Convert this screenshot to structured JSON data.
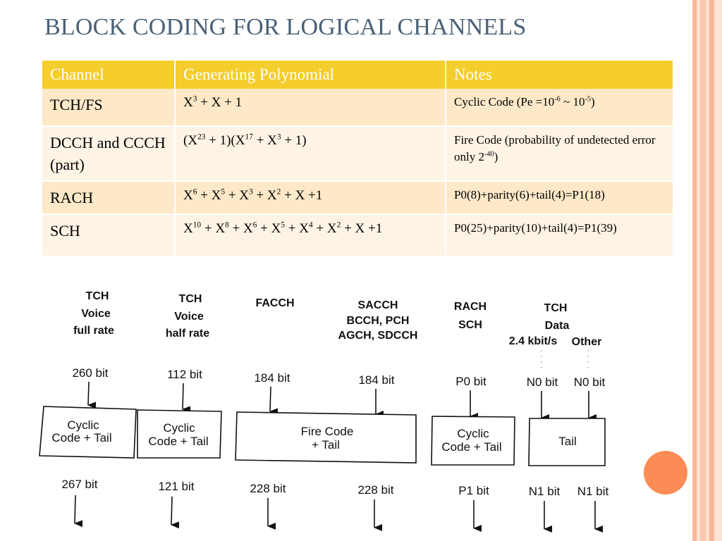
{
  "title": "BLOCK CODING FOR LOGICAL CHANNELS",
  "colors": {
    "accent_yellow": "#f5cd2c",
    "stripe_peach": "#f9c9ae",
    "orange_dot": "#fb8c55",
    "row_odd": "#fde8c8",
    "row_even": "#fef4e6"
  },
  "table": {
    "headers": [
      "Channel",
      "Generating Polynomial",
      "Notes"
    ],
    "rows": [
      {
        "channel": "TCH/FS",
        "poly": "X<sup>3</sup> + X + 1",
        "notes": "Cyclic Code (Pe =10<sup>-6</sup> ~ 10<sup>-5</sup>)"
      },
      {
        "channel": "DCCH and CCCH (part)",
        "poly": "(X<sup>23</sup> + 1)(X<sup>17</sup> + X<sup>3</sup> + 1)",
        "notes": "Fire Code (probability of undetected error only 2<sup>-40</sup>)"
      },
      {
        "channel": "RACH",
        "poly": "X<sup>6</sup> + X<sup>5</sup> + X<sup>3</sup> + X<sup>2</sup> + X +1",
        "notes": "P0(8)+parity(6)+tail(4)=P1(18)"
      },
      {
        "channel": "SCH",
        "poly": "X<sup>10</sup> + X<sup>8</sup> + X<sup>6</sup> + X<sup>5</sup> + X<sup>4</sup> + X<sup>2</sup> + X +1",
        "notes": "P0(25)+parity(10)+tail(4)=P1(39)"
      }
    ]
  },
  "diagram": {
    "top_labels": [
      [
        "TCH",
        "Voice",
        "full rate"
      ],
      [
        "TCH",
        "Voice",
        "half rate"
      ],
      [
        "FACCH"
      ],
      [
        "SACCH",
        "BCCH, PCH",
        "AGCH, SDCCH"
      ],
      [
        "RACH",
        "SCH"
      ],
      [
        "TCH",
        "Data"
      ],
      [
        "2.4 kbit/s"
      ],
      [
        "Other"
      ]
    ],
    "inputs": [
      "260 bit",
      "112 bit",
      "184 bit",
      "184 bit",
      "P0 bit",
      "N0 bit",
      "N0 bit"
    ],
    "boxes": [
      [
        "Cyclic",
        "Code + Tail"
      ],
      [
        "Cyclic",
        "Code + Tail"
      ],
      [
        "Fire Code",
        "+ Tail"
      ],
      [
        "Cyclic",
        "Code + Tail"
      ],
      [
        "Tail"
      ]
    ],
    "outputs": [
      "267 bit",
      "121 bit",
      "228 bit",
      "228 bit",
      "P1 bit",
      "N1 bit",
      "N1 bit"
    ]
  }
}
